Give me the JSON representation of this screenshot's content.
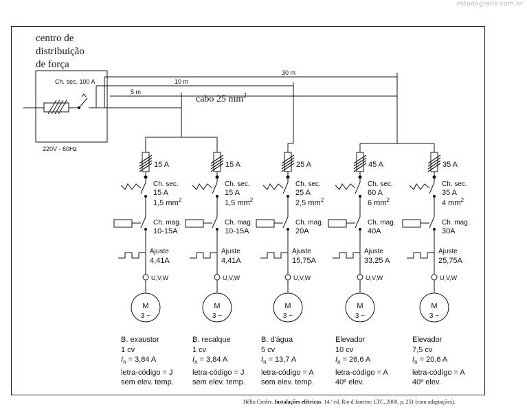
{
  "watermark": "estudegratis.com.br",
  "center": {
    "title_lines": [
      "centro de",
      "distribuição",
      "de força"
    ],
    "main_switch": "Ch. sec. 100 A",
    "voltage": "220V - 60Hz",
    "cable": "cabo 25 mm",
    "cable_sup": "2",
    "dist_5": "5 m",
    "dist_10": "10 m",
    "dist_30": "30 m"
  },
  "branches": [
    {
      "fuse": "15 A",
      "sec_label": "Ch. sec.",
      "sec_current": "15 A",
      "sec_section": "1,5 mm",
      "mag_label": "Ch. mag.",
      "mag_range": "10-15A",
      "adj_label": "Ajuste",
      "adj_value": "4,41A",
      "terminals": "U,V,W",
      "motor_symbol": "M",
      "motor_phase": "3 ~",
      "name": "B. exaustor",
      "power": "1 cv",
      "current_label": "I",
      "current_sub": "n",
      "current_value": " = 3,84 A",
      "code": "letra-código = J",
      "temp": "sem elev. temp."
    },
    {
      "fuse": "15 A",
      "sec_label": "Ch. sec.",
      "sec_current": "15 A",
      "sec_section": "1,5 mm",
      "mag_label": "Ch. mag.",
      "mag_range": "10-15A",
      "adj_label": "Ajuste",
      "adj_value": "4,41A",
      "terminals": "U,V,W",
      "motor_symbol": "M",
      "motor_phase": "3 ~",
      "name": "B. recalque",
      "power": "1 cv",
      "current_label": "I",
      "current_sub": "n",
      "current_value": " = 3,84 A",
      "code": "letra-código = J",
      "temp": "sem elev. temp."
    },
    {
      "fuse": "25 A",
      "sec_label": "Ch. sec.",
      "sec_current": "25 A",
      "sec_section": "2,5 mm",
      "mag_label": "Ch. mag.",
      "mag_range": "20A",
      "adj_label": "Ajuste",
      "adj_value": "15,75A",
      "terminals": "U,V,W",
      "motor_symbol": "M",
      "motor_phase": "3 ~",
      "name": "B. d'água",
      "power": "5 cv",
      "current_label": "I",
      "current_sub": "n",
      "current_value": " = 13,7 A",
      "code": "letra-código = A",
      "temp": "sem elev. temp."
    },
    {
      "fuse": "45 A",
      "sec_label": "Ch. sec.",
      "sec_current": "60 A",
      "sec_section": "6 mm",
      "mag_label": "Ch. mag.",
      "mag_range": "40A",
      "adj_label": "Ajuste",
      "adj_value": "33,25 A",
      "terminals": "U,V,W",
      "motor_symbol": "M",
      "motor_phase": "3 ~",
      "name": "Elevador",
      "power": "10 cv",
      "current_label": "I",
      "current_sub": "n",
      "current_value": " = 26,6 A",
      "code": "letra-código = A",
      "temp": "40º elev."
    },
    {
      "fuse": "35 A",
      "sec_label": "Ch. sec.",
      "sec_current": "35 A",
      "sec_section": "4 mm",
      "mag_label": "Ch. mag.",
      "mag_range": "30A",
      "adj_label": "Ajuste",
      "adj_value": "25,75A",
      "terminals": "U,V,W",
      "motor_symbol": "M",
      "motor_phase": "3 ~",
      "name": "Elevador",
      "power": "7,5 cv",
      "current_label": "I",
      "current_sub": "n",
      "current_value": " = 20,6 A",
      "code": "letra-código = A",
      "temp": "40º elev."
    }
  ],
  "section_sup": "2",
  "caption": {
    "author": "Hélio Creder. ",
    "book": "Instalações elétricas",
    "rest": ". 14.ª ed. Rio d Janeiro: LTC, 2000, p. 251 (com adaptações)."
  }
}
